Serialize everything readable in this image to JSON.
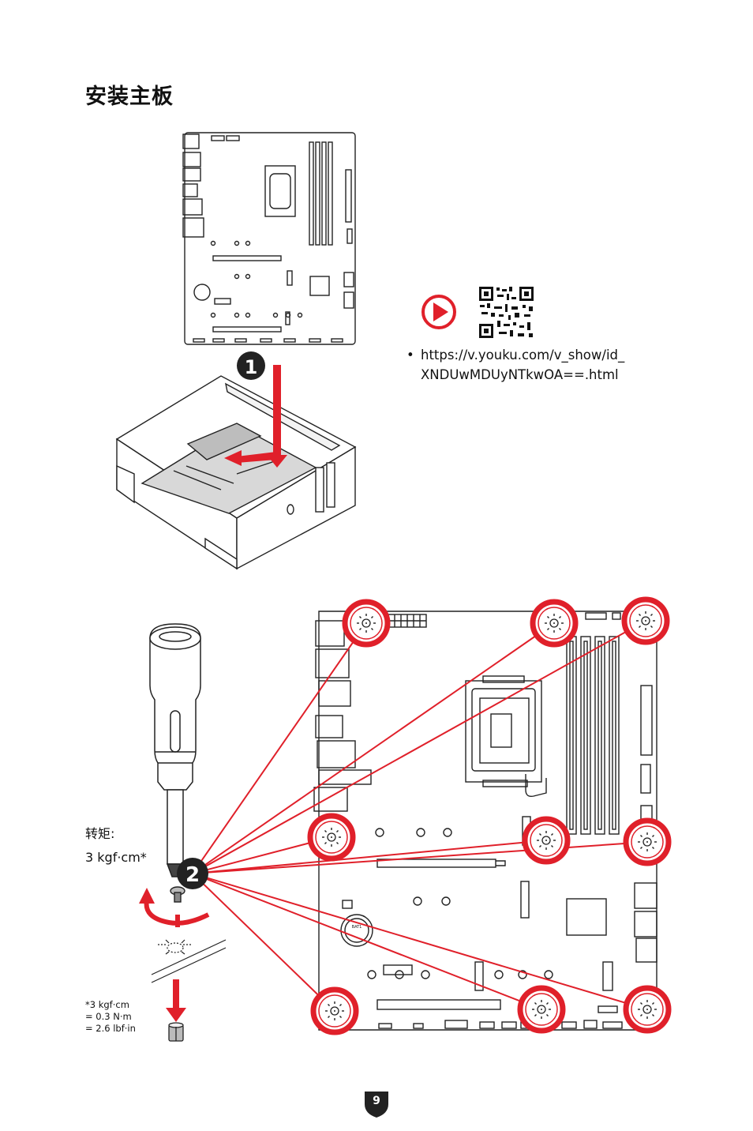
{
  "page": {
    "title": "安装主板",
    "page_number": "9"
  },
  "video": {
    "url_line1": "https://v.youku.com/v_show/id_",
    "url_line2": "XNDUwMDUyNTkwOA==.html",
    "play_icon": "play-icon",
    "qr_icon": "qr-code"
  },
  "steps": {
    "step1": "1",
    "step2": "2"
  },
  "torque": {
    "label": "转矩:",
    "value": "3 kgf·cm*",
    "note_line1": "*3 kgf·cm",
    "note_line2": "= 0.3 N·m",
    "note_line3": "= 2.6 lbf·in"
  },
  "board": {
    "battery_label": "BAT1"
  },
  "colors": {
    "accent_red": "#e0202a",
    "line": "#222222"
  }
}
